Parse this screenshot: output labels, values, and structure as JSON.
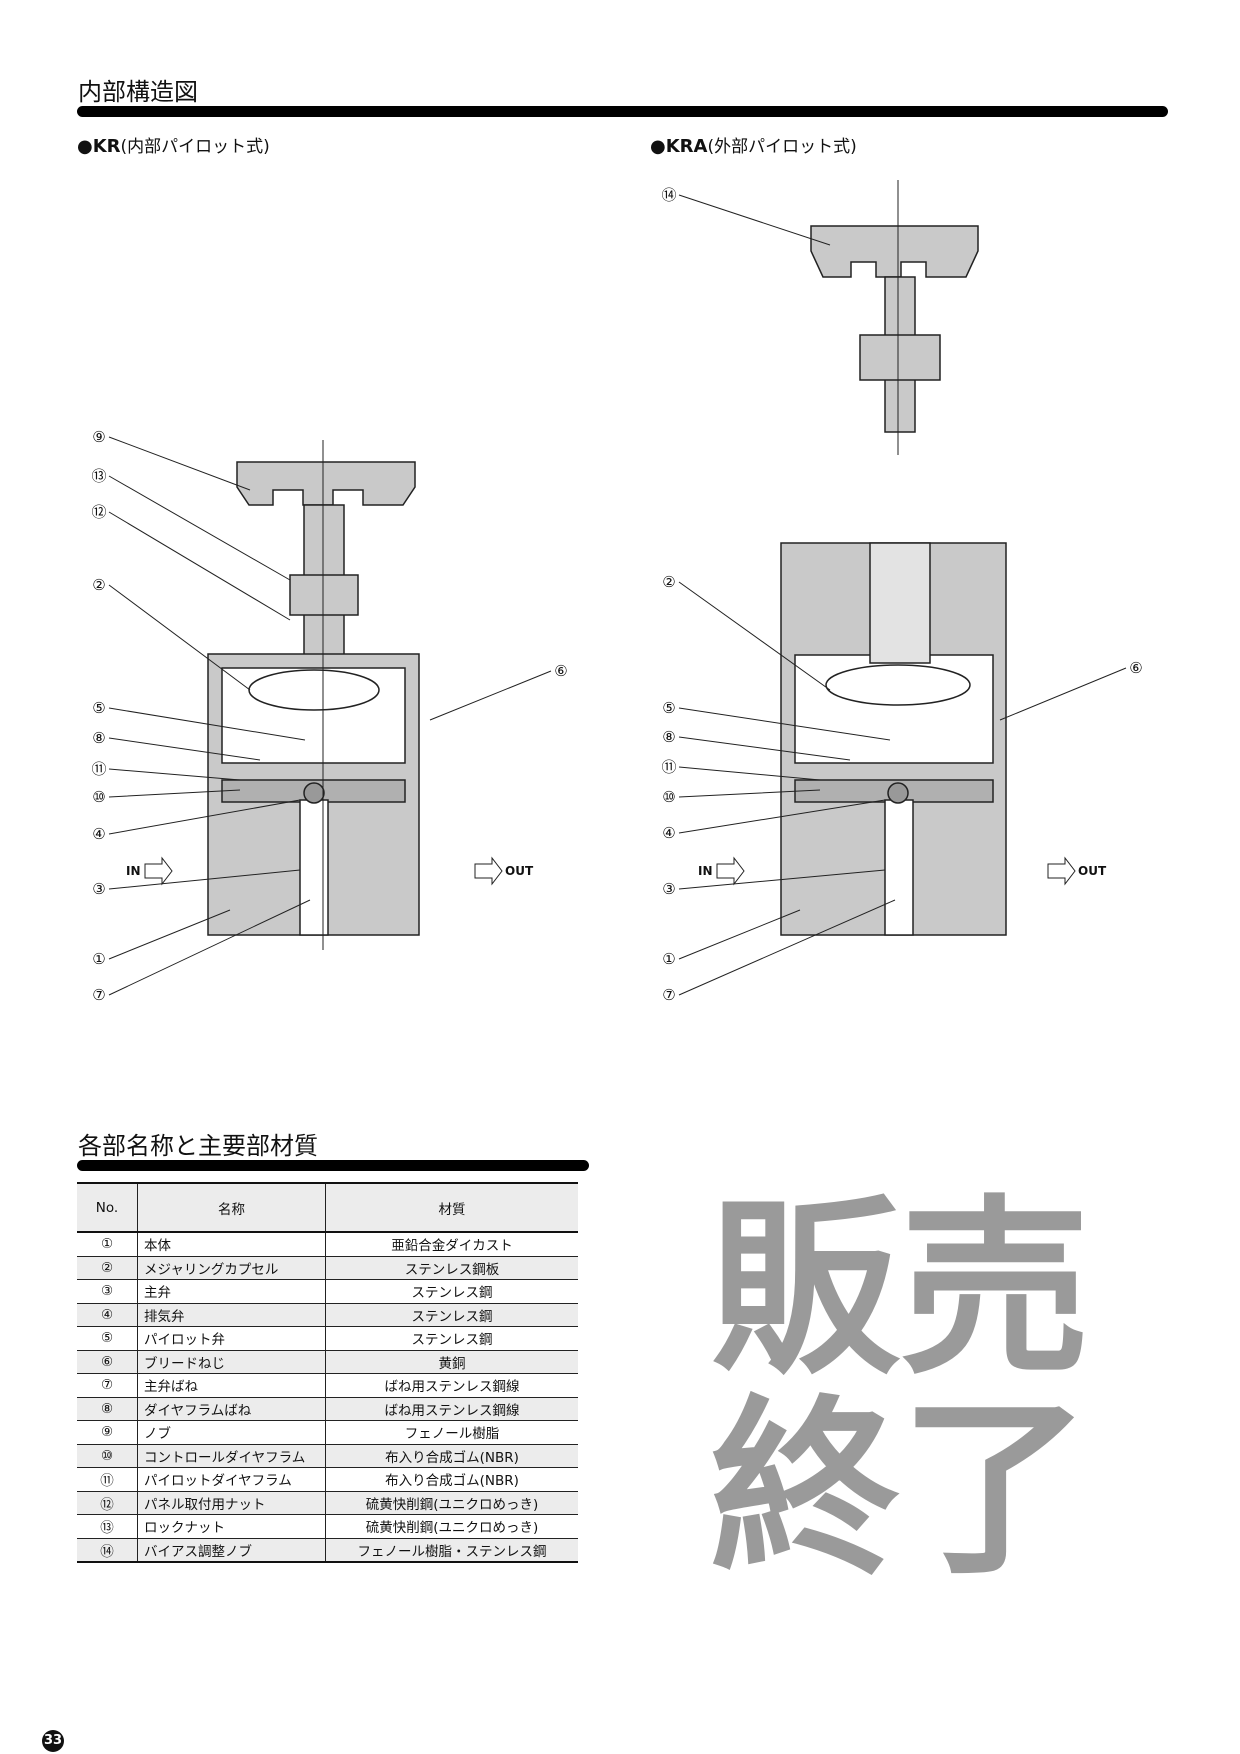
{
  "section1": {
    "title": "内部構造図"
  },
  "kr": {
    "model": "●KR",
    "type": "(内部パイロット式)"
  },
  "kra": {
    "model": "●KRA",
    "type": "(外部パイロット式)"
  },
  "diagram": {
    "in_label": "IN",
    "out_label": "OUT",
    "left_callouts": [
      "⑨",
      "⑬",
      "⑫",
      "②",
      "⑤",
      "⑧",
      "⑪",
      "⑩",
      "④",
      "③",
      "①",
      "⑦",
      "⑥"
    ],
    "right_callouts": [
      "⑭",
      "②",
      "⑤",
      "⑧",
      "⑪",
      "⑩",
      "④",
      "③",
      "①",
      "⑦",
      "⑥"
    ],
    "watermark": "販売終了"
  },
  "section2": {
    "title": "各部名称と主要部材質"
  },
  "table": {
    "headers": [
      "No.",
      "名称",
      "材質"
    ],
    "rows": [
      [
        "①",
        "本体",
        "亜鉛合金ダイカスト"
      ],
      [
        "②",
        "メジャリングカプセル",
        "ステンレス鋼板"
      ],
      [
        "③",
        "主弁",
        "ステンレス鋼"
      ],
      [
        "④",
        "排気弁",
        "ステンレス鋼"
      ],
      [
        "⑤",
        "パイロット弁",
        "ステンレス鋼"
      ],
      [
        "⑥",
        "ブリードねじ",
        "黄銅"
      ],
      [
        "⑦",
        "主弁ばね",
        "ばね用ステンレス鋼線"
      ],
      [
        "⑧",
        "ダイヤフラムばね",
        "ばね用ステンレス鋼線"
      ],
      [
        "⑨",
        "ノブ",
        "フェノール樹脂"
      ],
      [
        "⑩",
        "コントロールダイヤフラム",
        "布入り合成ゴム(NBR)"
      ],
      [
        "⑪",
        "パイロットダイヤフラム",
        "布入り合成ゴム(NBR)"
      ],
      [
        "⑫",
        "パネル取付用ナット",
        "硫黄快削鋼(ユニクロめっき)"
      ],
      [
        "⑬",
        "ロックナット",
        "硫黄快削鋼(ユニクロめっき)"
      ],
      [
        "⑭",
        "バイアス調整ノブ",
        "フェノール樹脂・ステンレス鋼"
      ]
    ]
  },
  "page_number": "33"
}
